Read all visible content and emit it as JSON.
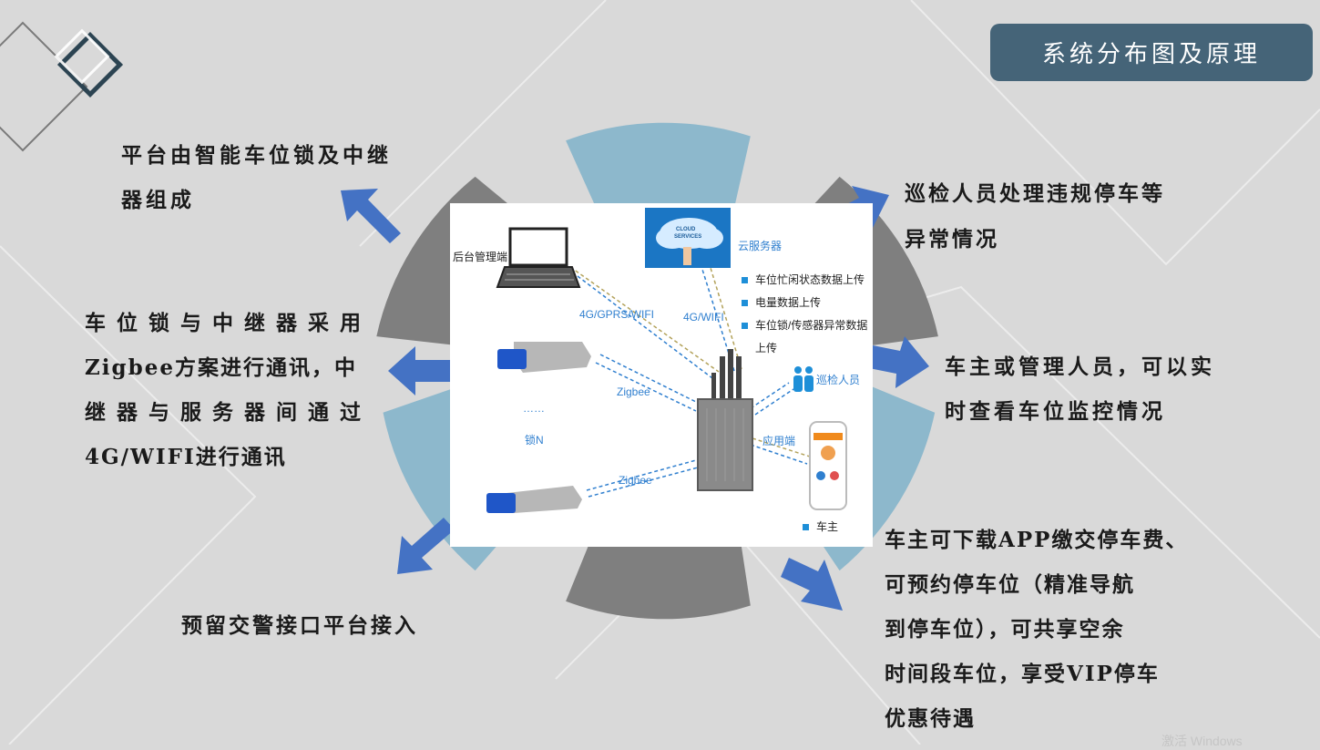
{
  "title": "系统分布图及原理",
  "texts": {
    "top_left": [
      "平台由智能车位锁及中继",
      "器组成"
    ],
    "mid_left": [
      "车 位 锁 与 中 继 器 采 用",
      "Zigbee方案进行通讯，中",
      "继 器 与 服 务 器 间 通 过",
      "4G/WIFI进行通讯"
    ],
    "bottom_left": [
      "预留交警接口平台接入"
    ],
    "top_right": [
      "巡检人员处理违规停车等",
      "异常情况"
    ],
    "mid_right": [
      "车主或管理人员，可以实",
      "时查看车位监控情况"
    ],
    "bottom_right": [
      "车主可下载APP缴交停车费、",
      "可预约停车位（精准导航",
      "到停车位），可共享空余",
      "时间段车位，享受VIP停车",
      "优惠待遇"
    ]
  },
  "diagram": {
    "backend_label": "后台管理端",
    "cloud_label": "云服务器",
    "cloud_badge": [
      "CLOUD",
      "SERVICES"
    ],
    "cloud_bullets": [
      "车位忙闲状态数据上传",
      "电量数据上传",
      "车位锁/传感器异常数据",
      "上传"
    ],
    "link_backend": "4G/GPRS/WIFI",
    "link_cloud": "4G/WIFI",
    "zigbee_1": "Zigbee",
    "zigbee_2": "Zigbee",
    "dots": "……",
    "lock_n": "锁N",
    "inspector_label": "巡检人员",
    "app_label": "应用端",
    "owner_label": "车主"
  },
  "watermark": "激活 Windows",
  "colors": {
    "title_bg": "#456478",
    "arrow": "#4472c4",
    "ring_gray": "#7f7f7f",
    "ring_blue": "#8db8cc",
    "link_blue": "#2f7fcf"
  }
}
